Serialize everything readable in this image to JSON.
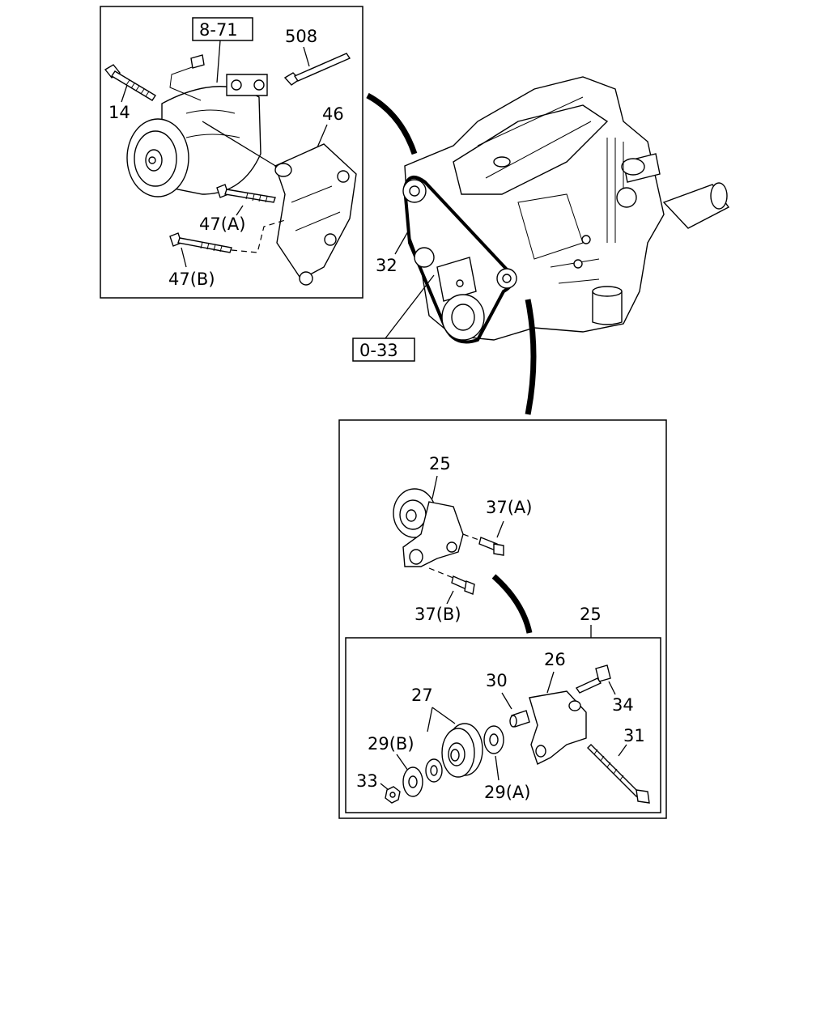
{
  "diagram": {
    "ref_boxes": {
      "compressor_ref": "8-71",
      "belt_ref": "0-33"
    },
    "labels": {
      "p508": "508",
      "p14": "14",
      "p46": "46",
      "p47a": "47(A)",
      "p47b": "47(B)",
      "p32": "32",
      "p25_top": "25",
      "p37a": "37(A)",
      "p37b": "37(B)",
      "p25_inner": "25",
      "p26": "26",
      "p27": "27",
      "p30": "30",
      "p34": "34",
      "p31": "31",
      "p29b": "29(B)",
      "p29a": "29(A)",
      "p33": "33"
    },
    "colors": {
      "ink": "#000000",
      "paper": "#ffffff"
    }
  }
}
